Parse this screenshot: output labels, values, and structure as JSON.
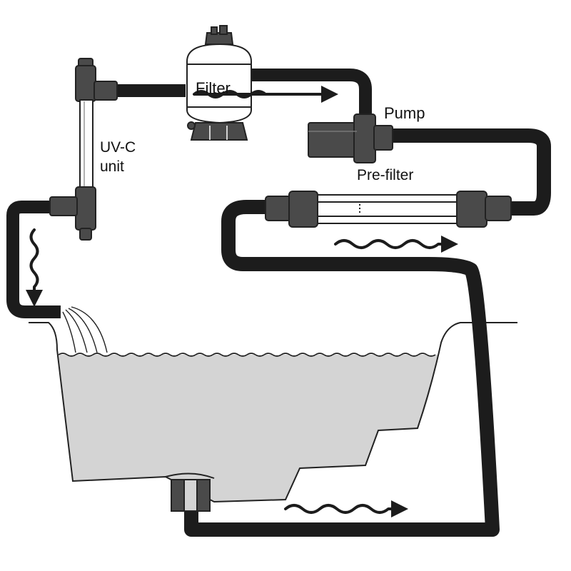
{
  "diagram": {
    "labels": {
      "filter": "Filter",
      "pump": "Pump",
      "uv_line1": "UV-C",
      "uv_line2": "unit",
      "prefilter": "Pre-filter"
    },
    "colors": {
      "pipe": "#1c1c1c",
      "water": "#d4d4d4",
      "component": "#4a4a4a",
      "outline": "#222222"
    },
    "icons": {
      "flow_arrow": "wavy-arrow-icon",
      "filter": "sand-filter-icon",
      "pump": "pump-icon",
      "uv": "uv-lamp-icon",
      "prefilter": "prefilter-canister-icon",
      "drain": "bottom-drain-icon"
    }
  }
}
